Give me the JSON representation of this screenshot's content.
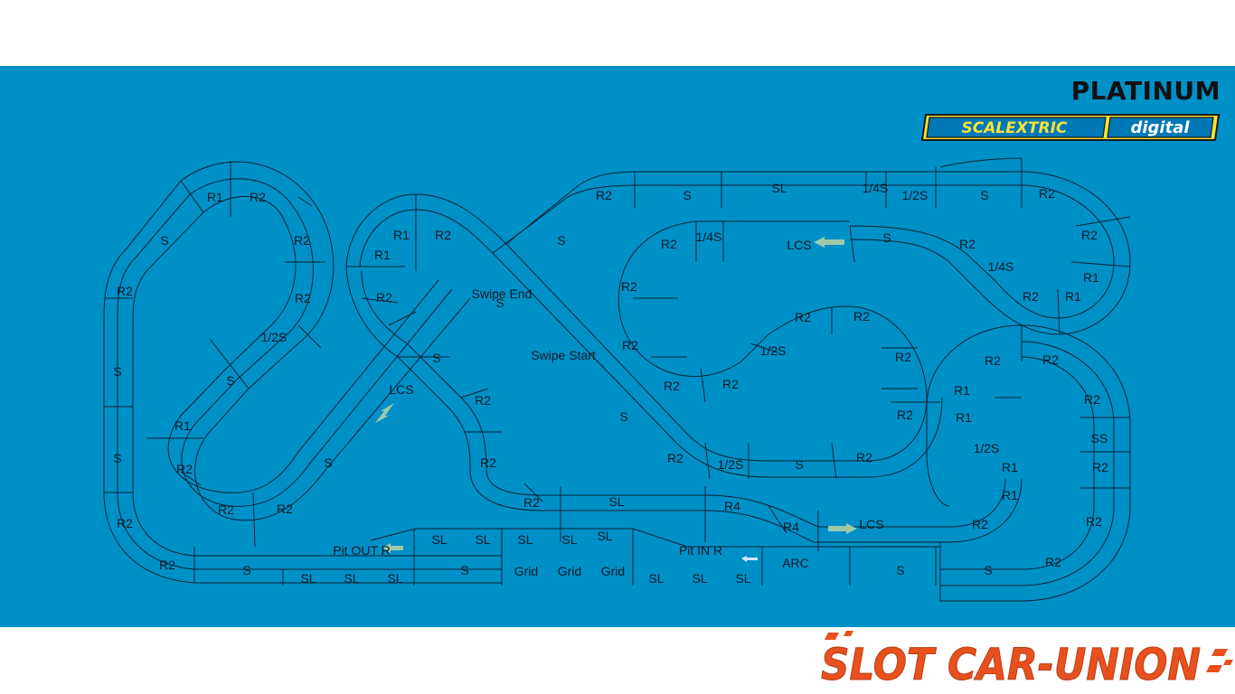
{
  "brand": {
    "title": "PLATINUM",
    "logo_text_main": "SCALEXTRIC",
    "logo_text_suffix": "digital",
    "footer_logo": "SLOT CAR-UNION"
  },
  "colors": {
    "panel": "#0090c8",
    "track_line": "#0b2233",
    "logo_yellow": "#f5e23a",
    "footer_orange": "#e8501e",
    "arrow": "#9ec9a8"
  },
  "labels": {
    "r1_a": "R1",
    "r2_a": "R2",
    "s_a": "S",
    "r2_b": "R2",
    "r2_c": "R2",
    "r2_d": "R2",
    "half_s_a": "1/2S",
    "s_b": "S",
    "s_c": "S",
    "s_d": "S",
    "r1_b": "R1",
    "r2_e": "R2",
    "r2_f": "R2",
    "r2_g": "R2",
    "s_e": "S",
    "r2_h": "R2",
    "r2_i": "R2",
    "r2_j": "R2",
    "r1_c": "R1",
    "r2_k": "R2",
    "r1_d": "R1",
    "r2_l": "R2",
    "swipe_end": "Swipe End",
    "s_f": "S",
    "s_g": "S",
    "lcs_a": "LCS",
    "s_h": "S",
    "r2_m": "R2",
    "r2_n": "R2",
    "s_i": "S",
    "swipe_start": "Swipe Start",
    "r2_o": "R2",
    "s_j": "S",
    "sl_a": "SL",
    "quarter_s_a": "1/4S",
    "half_s_b": "1/2S",
    "s_k": "S",
    "r2_p": "R2",
    "r2_q": "R2",
    "quarter_s_b": "1/4S",
    "lcs_b": "LCS",
    "s_l": "S",
    "r2_r": "R2",
    "r2_s": "R2",
    "quarter_s_c": "1/4S",
    "r1_e": "R1",
    "r2_t": "R2",
    "r1_f": "R1",
    "r2_u": "R2",
    "r2_v": "R2",
    "r2_w": "R2",
    "r2_x": "R2",
    "half_s_c": "1/2S",
    "r2_y": "R2",
    "r2_z": "R2",
    "r2_aa": "R2",
    "r2_ab": "R2",
    "r2_ac": "R2",
    "half_s_d": "1/2S",
    "s_m": "S",
    "r2_ad": "R2",
    "r2_ae": "R2",
    "r2_af": "R2",
    "r1_g": "R1",
    "r2_ag": "R2",
    "r1_h": "R1",
    "r2_ah": "R2",
    "ss": "SS",
    "half_s_e": "1/2S",
    "r1_i": "R1",
    "r1_j": "R1",
    "r2_ai": "R2",
    "r2_aj": "R2",
    "sl_b": "SL",
    "r4_a": "R4",
    "r4_b": "R4",
    "lcs_c": "LCS",
    "r2_ak": "R2",
    "pit_out": "Pit OUT R",
    "sl_c": "SL",
    "sl_d": "SL",
    "sl_e": "SL",
    "sl_f": "SL",
    "sl_g": "SL",
    "pit_in": "Pit IN R",
    "r2_al": "R2",
    "s_n": "S",
    "sl_h": "SL",
    "sl_i": "SL",
    "sl_j": "SL",
    "s_o": "S",
    "grid_a": "Grid",
    "grid_b": "Grid",
    "grid_c": "Grid",
    "sl_k": "SL",
    "sl_l": "SL",
    "sl_m": "SL",
    "arc": "ARC",
    "s_p": "S",
    "s_q": "S",
    "r2_am": "R2",
    "r2_an": "R2"
  }
}
